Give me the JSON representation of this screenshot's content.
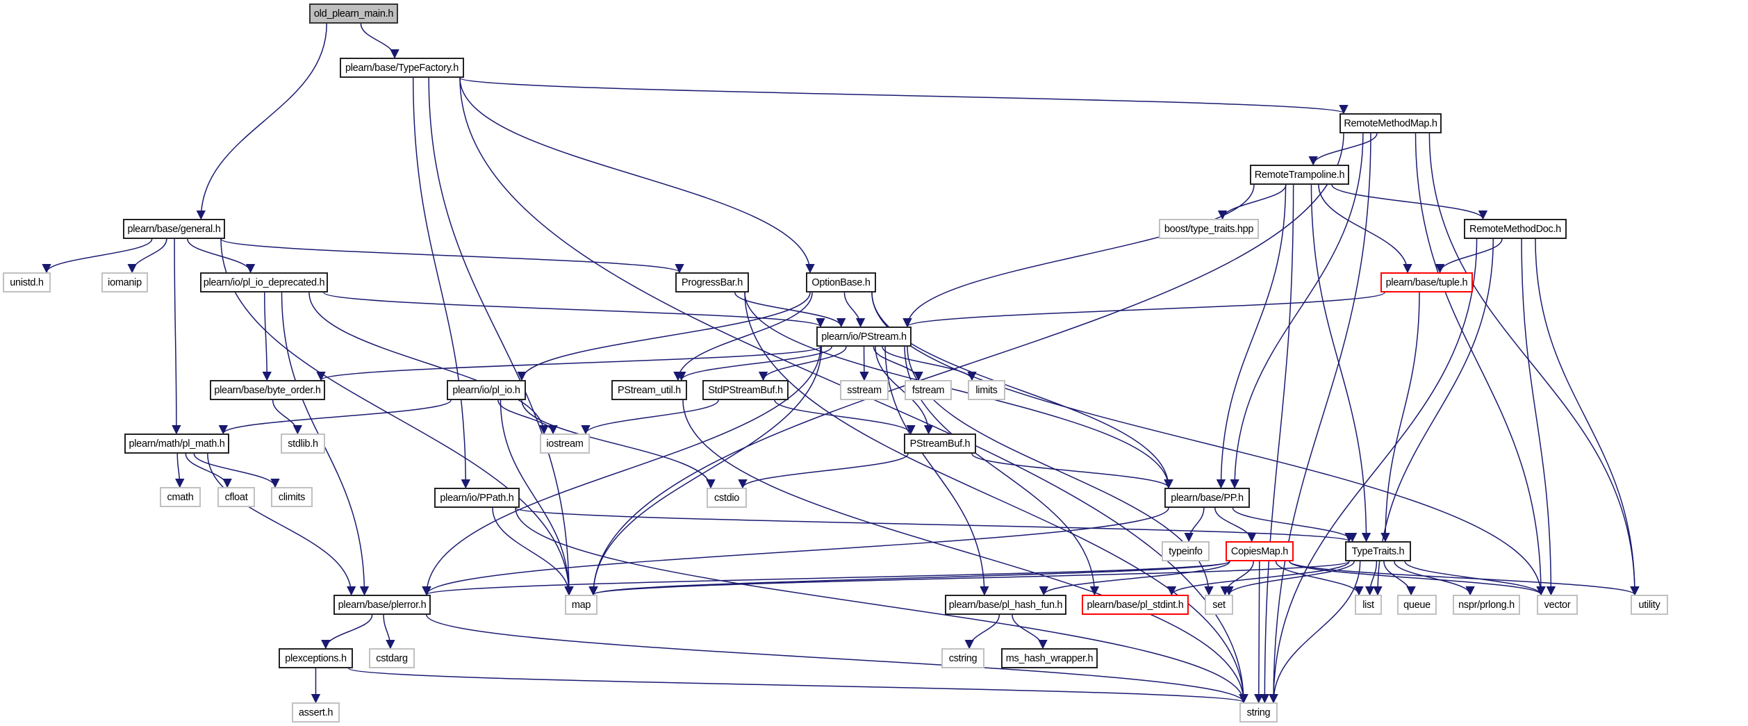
{
  "diagram": {
    "type": "include-dependency-graph",
    "root": "old_plearn_main.h",
    "colors": {
      "edge": "#191970",
      "documented_border": "#222222",
      "system_border": "#c0c0c0",
      "truncated_border": "#ff0000",
      "root_fill": "#bfbfbf"
    },
    "nodes": {
      "root": {
        "label": "old_plearn_main.h",
        "kind": "root"
      },
      "typefactory": {
        "label": "plearn/base/TypeFactory.h",
        "kind": "doc"
      },
      "general": {
        "label": "plearn/base/general.h",
        "kind": "doc"
      },
      "rmm": {
        "label": "RemoteMethodMap.h",
        "kind": "doc"
      },
      "rtramp": {
        "label": "RemoteTrampoline.h",
        "kind": "doc"
      },
      "boosttt": {
        "label": "boost/type_traits.hpp",
        "kind": "sys"
      },
      "rmdoc": {
        "label": "RemoteMethodDoc.h",
        "kind": "doc"
      },
      "unistd": {
        "label": "unistd.h",
        "kind": "sys"
      },
      "iomanip": {
        "label": "iomanip",
        "kind": "sys"
      },
      "pliodep": {
        "label": "plearn/io/pl_io_deprecated.h",
        "kind": "doc"
      },
      "progress": {
        "label": "ProgressBar.h",
        "kind": "doc"
      },
      "optionbase": {
        "label": "OptionBase.h",
        "kind": "doc"
      },
      "tuple": {
        "label": "plearn/base/tuple.h",
        "kind": "trunc"
      },
      "pstream": {
        "label": "plearn/io/PStream.h",
        "kind": "doc"
      },
      "byteorder": {
        "label": "plearn/base/byte_order.h",
        "kind": "doc"
      },
      "plio": {
        "label": "plearn/io/pl_io.h",
        "kind": "doc"
      },
      "pstreamutil": {
        "label": "PStream_util.h",
        "kind": "doc"
      },
      "stdpsbuf": {
        "label": "StdPStreamBuf.h",
        "kind": "doc"
      },
      "sstream": {
        "label": "sstream",
        "kind": "sys"
      },
      "fstream": {
        "label": "fstream",
        "kind": "sys"
      },
      "limits": {
        "label": "limits",
        "kind": "sys"
      },
      "stdlib": {
        "label": "stdlib.h",
        "kind": "sys"
      },
      "plmath": {
        "label": "plearn/math/pl_math.h",
        "kind": "doc"
      },
      "iostream": {
        "label": "iostream",
        "kind": "sys"
      },
      "psbuf": {
        "label": "PStreamBuf.h",
        "kind": "doc"
      },
      "cmath": {
        "label": "cmath",
        "kind": "sys"
      },
      "cfloat": {
        "label": "cfloat",
        "kind": "sys"
      },
      "climits": {
        "label": "climits",
        "kind": "sys"
      },
      "ppath": {
        "label": "plearn/io/PPath.h",
        "kind": "doc"
      },
      "cstdio": {
        "label": "cstdio",
        "kind": "sys"
      },
      "pp": {
        "label": "plearn/base/PP.h",
        "kind": "doc"
      },
      "typeinfo": {
        "label": "typeinfo",
        "kind": "sys"
      },
      "copiesmap": {
        "label": "CopiesMap.h",
        "kind": "trunc"
      },
      "typetraits": {
        "label": "TypeTraits.h",
        "kind": "doc"
      },
      "plerror": {
        "label": "plearn/base/plerror.h",
        "kind": "doc"
      },
      "map": {
        "label": "map",
        "kind": "sys"
      },
      "plhash": {
        "label": "plearn/base/pl_hash_fun.h",
        "kind": "doc"
      },
      "plstdint": {
        "label": "plearn/base/pl_stdint.h",
        "kind": "trunc"
      },
      "set": {
        "label": "set",
        "kind": "sys"
      },
      "list": {
        "label": "list",
        "kind": "sys"
      },
      "queue": {
        "label": "queue",
        "kind": "sys"
      },
      "prlong": {
        "label": "nspr/prlong.h",
        "kind": "sys"
      },
      "vector": {
        "label": "vector",
        "kind": "sys"
      },
      "utility": {
        "label": "utility",
        "kind": "sys"
      },
      "plexc": {
        "label": "plexceptions.h",
        "kind": "doc"
      },
      "cstdarg": {
        "label": "cstdarg",
        "kind": "sys"
      },
      "cstring": {
        "label": "cstring",
        "kind": "sys"
      },
      "mshash": {
        "label": "ms_hash_wrapper.h",
        "kind": "doc"
      },
      "assert": {
        "label": "assert.h",
        "kind": "sys"
      },
      "string": {
        "label": "string",
        "kind": "sys"
      }
    },
    "edges": [
      [
        "root",
        "typefactory"
      ],
      [
        "root",
        "general"
      ],
      [
        "typefactory",
        "rmm"
      ],
      [
        "typefactory",
        "string"
      ],
      [
        "typefactory",
        "optionbase"
      ],
      [
        "typefactory",
        "map"
      ],
      [
        "typefactory",
        "ppath"
      ],
      [
        "general",
        "unistd"
      ],
      [
        "general",
        "iomanip"
      ],
      [
        "general",
        "pliodep"
      ],
      [
        "general",
        "progress"
      ],
      [
        "general",
        "plmath"
      ],
      [
        "general",
        "map"
      ],
      [
        "pliodep",
        "byteorder"
      ],
      [
        "pliodep",
        "pstream"
      ],
      [
        "pliodep",
        "iostream"
      ],
      [
        "pliodep",
        "plerror"
      ],
      [
        "progress",
        "pstream"
      ],
      [
        "progress",
        "pp"
      ],
      [
        "progress",
        "string"
      ],
      [
        "optionbase",
        "pstream"
      ],
      [
        "optionbase",
        "plio"
      ],
      [
        "optionbase",
        "pstreamutil"
      ],
      [
        "optionbase",
        "pp"
      ],
      [
        "optionbase",
        "vector"
      ],
      [
        "rmm",
        "rtramp"
      ],
      [
        "rmm",
        "map"
      ],
      [
        "rmm",
        "pp"
      ],
      [
        "rmm",
        "vector"
      ],
      [
        "rmm",
        "utility"
      ],
      [
        "rmm",
        "string"
      ],
      [
        "rtramp",
        "boosttt"
      ],
      [
        "rtramp",
        "rmdoc"
      ],
      [
        "rtramp",
        "tuple"
      ],
      [
        "rtramp",
        "pstream"
      ],
      [
        "rtramp",
        "pp"
      ],
      [
        "rtramp",
        "string"
      ],
      [
        "rtramp",
        "typetraits"
      ],
      [
        "rmdoc",
        "tuple"
      ],
      [
        "rmdoc",
        "list"
      ],
      [
        "rmdoc",
        "vector"
      ],
      [
        "rmdoc",
        "string"
      ],
      [
        "rmdoc",
        "utility"
      ],
      [
        "tuple",
        "pstream"
      ],
      [
        "tuple",
        "typetraits"
      ],
      [
        "pstream",
        "byteorder"
      ],
      [
        "pstream",
        "pstreamutil"
      ],
      [
        "pstream",
        "stdpsbuf"
      ],
      [
        "pstream",
        "sstream"
      ],
      [
        "pstream",
        "fstream"
      ],
      [
        "pstream",
        "limits"
      ],
      [
        "pstream",
        "psbuf"
      ],
      [
        "pstream",
        "map"
      ],
      [
        "pstream",
        "plerror"
      ],
      [
        "pstream",
        "plhash"
      ],
      [
        "pstream",
        "plstdint"
      ],
      [
        "pstream",
        "set"
      ],
      [
        "plio",
        "plmath"
      ],
      [
        "plio",
        "iostream"
      ],
      [
        "plio",
        "cstdio"
      ],
      [
        "plio",
        "map"
      ],
      [
        "byteorder",
        "stdlib"
      ],
      [
        "plmath",
        "cmath"
      ],
      [
        "plmath",
        "cfloat"
      ],
      [
        "plmath",
        "climits"
      ],
      [
        "plmath",
        "plerror"
      ],
      [
        "pstreamutil",
        "string"
      ],
      [
        "stdpsbuf",
        "iostream"
      ],
      [
        "stdpsbuf",
        "psbuf"
      ],
      [
        "psbuf",
        "cstdio"
      ],
      [
        "psbuf",
        "pp"
      ],
      [
        "ppath",
        "map"
      ],
      [
        "ppath",
        "string"
      ],
      [
        "ppath",
        "typetraits"
      ],
      [
        "pp",
        "typeinfo"
      ],
      [
        "pp",
        "copiesmap"
      ],
      [
        "pp",
        "typetraits"
      ],
      [
        "pp",
        "plerror"
      ],
      [
        "copiesmap",
        "map"
      ],
      [
        "copiesmap",
        "plerror"
      ],
      [
        "copiesmap",
        "plhash"
      ],
      [
        "copiesmap",
        "set"
      ],
      [
        "copiesmap",
        "list"
      ],
      [
        "copiesmap",
        "string"
      ],
      [
        "copiesmap",
        "vector"
      ],
      [
        "copiesmap",
        "utility"
      ],
      [
        "typetraits",
        "map"
      ],
      [
        "typetraits",
        "plstdint"
      ],
      [
        "typetraits",
        "set"
      ],
      [
        "typetraits",
        "list"
      ],
      [
        "typetraits",
        "queue"
      ],
      [
        "typetraits",
        "prlong"
      ],
      [
        "typetraits",
        "vector"
      ],
      [
        "typetraits",
        "string"
      ],
      [
        "plerror",
        "plexc"
      ],
      [
        "plerror",
        "cstdarg"
      ],
      [
        "plerror",
        "string"
      ],
      [
        "plexc",
        "assert"
      ],
      [
        "plexc",
        "string"
      ],
      [
        "plhash",
        "cstring"
      ],
      [
        "plhash",
        "mshash"
      ]
    ]
  }
}
